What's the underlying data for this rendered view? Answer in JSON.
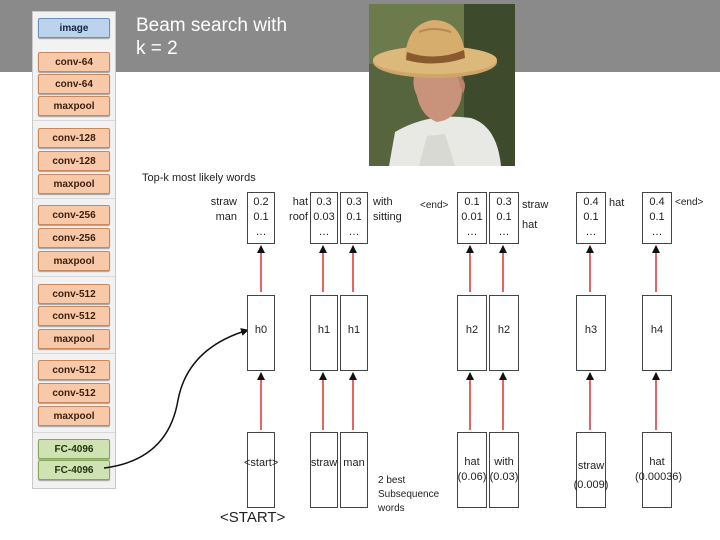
{
  "title": "Beam search with\nk = 2",
  "cnn_layers": [
    "image",
    "conv-64",
    "conv-64",
    "maxpool",
    "conv-128",
    "conv-128",
    "maxpool",
    "conv-256",
    "conv-256",
    "maxpool",
    "conv-512",
    "conv-512",
    "maxpool",
    "conv-512",
    "conv-512",
    "maxpool",
    "FC-4096",
    "FC-4096"
  ],
  "topk_label": "Top-k most likely words",
  "step0": {
    "words": "straw\nman",
    "probs": "0.2\n0.1\n…",
    "hidden": "h0",
    "input": "<start>"
  },
  "step1a": {
    "words": "hat\nroof",
    "probs": "0.3\n0.03\n…",
    "hidden": "h1",
    "input": "straw"
  },
  "step1b": {
    "words": "with\nsitting",
    "probs": "0.3\n0.1\n…",
    "hidden": "h1",
    "input": "man"
  },
  "step2a": {
    "words": "<end>",
    "probs": "0.1\n0.01\n…",
    "hidden": "h2",
    "input": "hat\n(0.06)"
  },
  "step2b": {
    "words": "straw\nhat",
    "probs": "0.3\n0.1\n…",
    "hidden": "h2",
    "input": "with\n(0.03)"
  },
  "step3": {
    "words": "hat",
    "probs": "0.4\n0.1\n…",
    "hidden": "h3",
    "input": "straw\n(0.009)"
  },
  "step4": {
    "words": "<end>",
    "probs": "0.4\n0.1\n…",
    "hidden": "h4",
    "input": "hat\n(0.00036)"
  },
  "best_label": "2 best\nSubsequence\nwords",
  "start_token": "<START>"
}
